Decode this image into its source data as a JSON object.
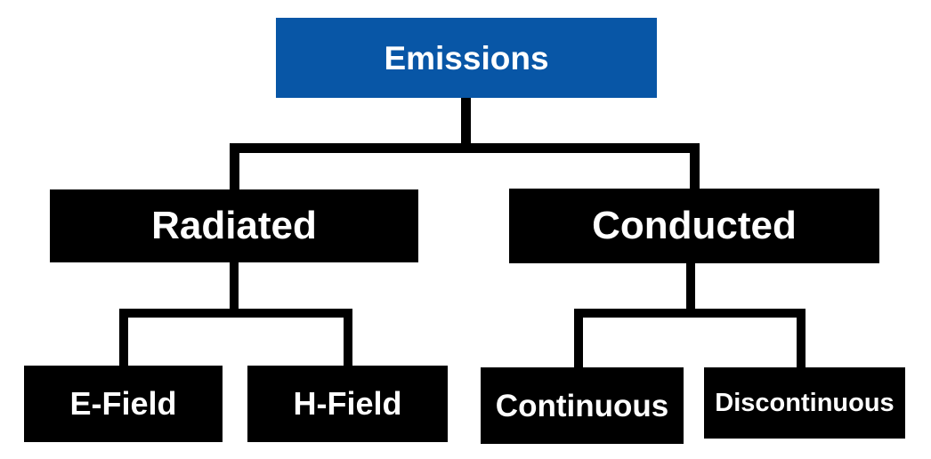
{
  "colors": {
    "page_bg": "#FFFFFF",
    "root_bg": "#0856A6",
    "node_bg": "#000000",
    "node_text": "#FFFFFF",
    "connector": "#000000"
  },
  "tree": {
    "root": {
      "label": "Emissions"
    },
    "children": [
      {
        "label": "Radiated",
        "children": [
          {
            "label": "E-Field"
          },
          {
            "label": "H-Field"
          }
        ]
      },
      {
        "label": "Conducted",
        "children": [
          {
            "label": "Continuous"
          },
          {
            "label": "Discontinuous"
          }
        ]
      }
    ]
  }
}
